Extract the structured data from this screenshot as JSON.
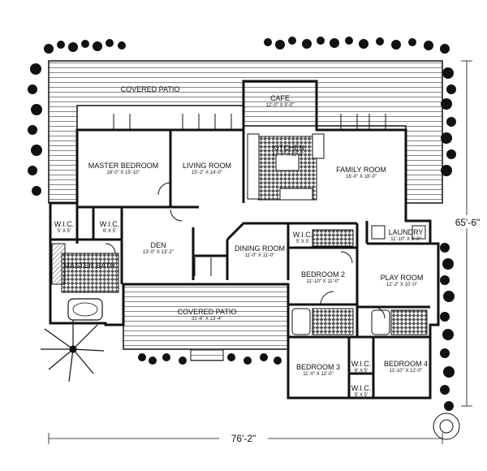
{
  "rooms": {
    "covered_patio_top": {
      "name": "COVERED PATIO"
    },
    "cafe": {
      "name": "CAFE",
      "size": "12'-0\" X 9'-0\""
    },
    "master_bedroom": {
      "name": "MASTER BEDROOM",
      "size": "18'-0\" X 15'-10\""
    },
    "living_room": {
      "name": "LIVING ROOM",
      "size": "15'-2\" X 14'-0\""
    },
    "kitchen": {
      "name": "KITCHEN",
      "size": "12'-0\" X 12'-0\""
    },
    "family_room": {
      "name": "FAMILY ROOM",
      "size": "16'-0\" X 18'-0\""
    },
    "wic_master_1": {
      "name": "W.I.C.",
      "size": "5' X 5'"
    },
    "wic_master_2": {
      "name": "W.I.C.",
      "size": "6' X 5'"
    },
    "den": {
      "name": "DEN",
      "size": "13'-0\" X 13'-2\""
    },
    "dining_room": {
      "name": "DINING ROOM",
      "size": "11'-0\" X 11'-0\""
    },
    "wic_bed2": {
      "name": "W.I.C.",
      "size": "5' X 5'"
    },
    "laundry": {
      "name": "LAUNDRY",
      "size": "11'-10\" X 6'-0\""
    },
    "master_bath": {
      "name": "MASTER BATH"
    },
    "bedroom_2": {
      "name": "BEDROOM 2",
      "size": "11'-10\" X 11'-0\""
    },
    "play_room": {
      "name": "PLAY ROOM",
      "size": "12'-2\" X 10'-0\""
    },
    "covered_patio_bottom": {
      "name": "COVERED PATIO",
      "size": "31'-6\" X 13'-4\""
    },
    "bedroom_3": {
      "name": "BEDROOM 3",
      "size": "11'-0\" X 12'-0\""
    },
    "wic_bed4_1": {
      "name": "W.I.C.",
      "size": "6' X 5'"
    },
    "bedroom_4": {
      "name": "BEDROOM 4",
      "size": "11'-10\" X 12'-0\""
    },
    "wic_bed4_2": {
      "name": "W.I.C.",
      "size": "5' X 5'"
    }
  },
  "dimensions": {
    "overall_width": "76'-2\"",
    "overall_depth": "65'-6\""
  }
}
